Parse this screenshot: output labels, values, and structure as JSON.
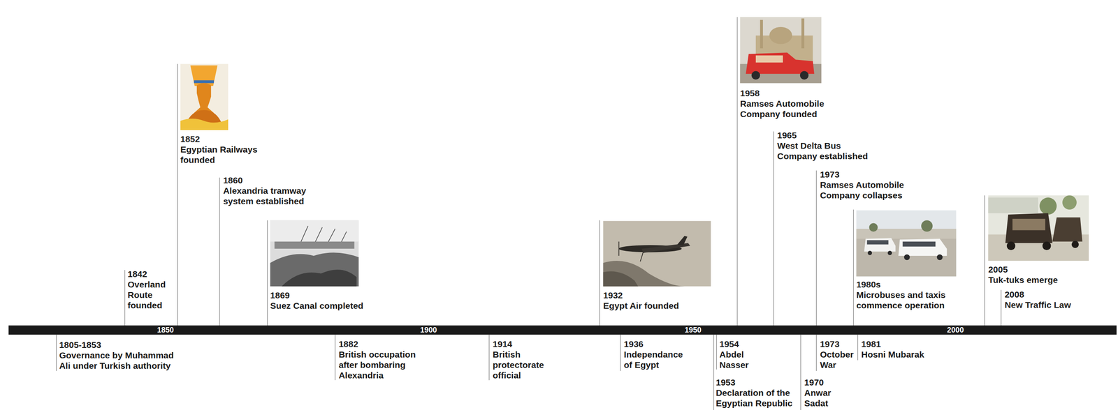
{
  "diagram": {
    "labels": [
      "1850",
      "1900",
      "1950",
      "2000",
      "1842",
      "Overland Route founded",
      "1852",
      "Egyptian Railways founded",
      "1860",
      "Alexandria tramway system established",
      "1869",
      "Suez Canal completed",
      "1932",
      "Egypt Air founded",
      "1958",
      "Ramses Automobile Company founded",
      "1965",
      "West Delta Bus Company established",
      "1973",
      "Ramses Automobile Company collapses",
      "1980s",
      "Microbuses and taxis commence operation",
      "2005",
      "Tuk-tuks emerge",
      "2008",
      "New Traffic Law",
      "1805-1853",
      "Governance by Muhammad Ali under Turkish authority",
      "1882",
      "British occupation after bombaring Alexandria",
      "1914",
      "British protectorate official",
      "1936",
      "Independance of Egypt",
      "1954",
      "Abdel Nasser",
      "1953",
      "Declaration of the Egyptian Republic",
      "1970",
      "Anwar Sadat",
      "1973",
      "October War",
      "1981",
      "Hosni Mubarak"
    ]
  }
}
